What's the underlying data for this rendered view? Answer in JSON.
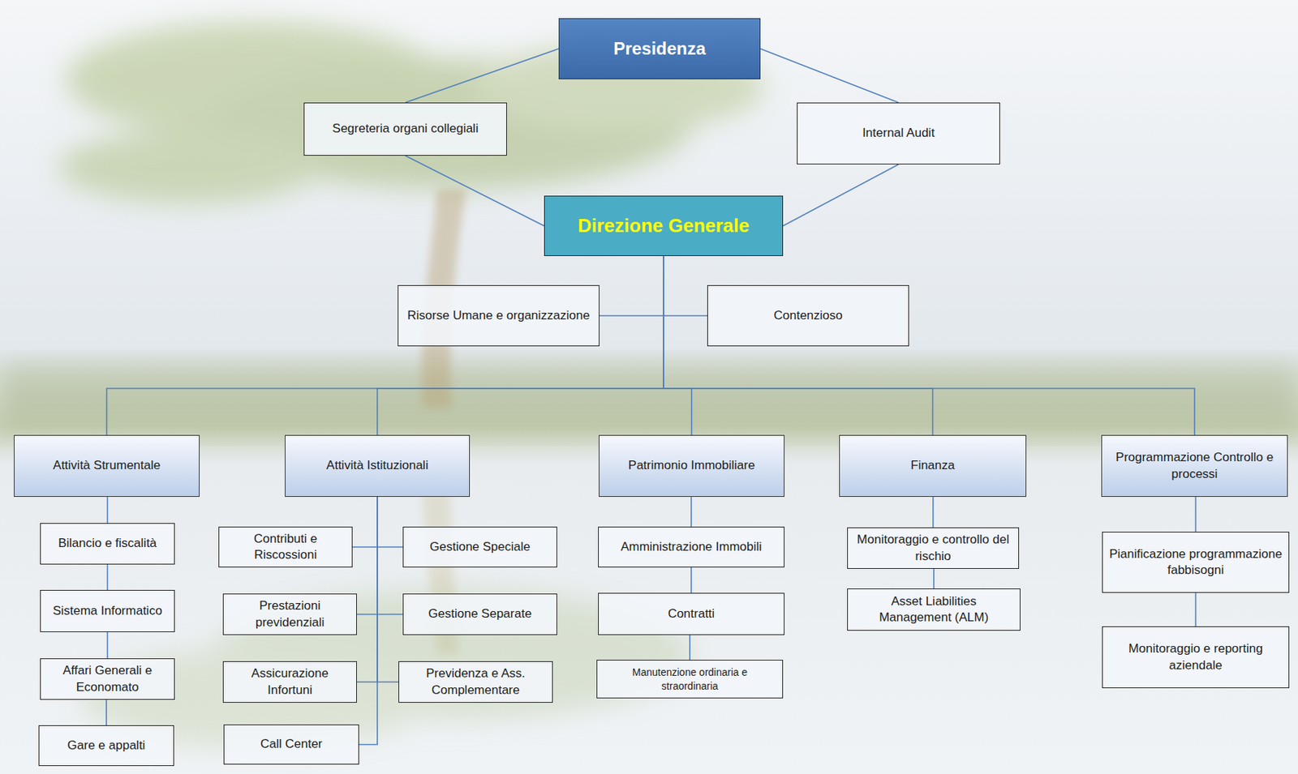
{
  "diagram": {
    "nodes": [
      {
        "text": [
          "Presidenza"
        ]
      },
      {
        "text": [
          "Segreteria organi collegiali"
        ]
      },
      {
        "text": [
          "Internal Audit"
        ]
      },
      {
        "text": [
          "Direzione Generale"
        ]
      },
      {
        "text": [
          "Risorse Umane e organizzazione"
        ]
      },
      {
        "text": [
          "Contenzioso"
        ]
      },
      {
        "text": [
          "Attività Strumentale"
        ]
      },
      {
        "text": [
          "Attività Istituzionali"
        ]
      },
      {
        "text": [
          "Patrimonio Immobiliare"
        ]
      },
      {
        "text": [
          "Finanza"
        ]
      },
      {
        "text": [
          "Programmazione Controllo e processi"
        ]
      },
      {
        "text": [
          "Bilancio e fiscalità"
        ]
      },
      {
        "text": [
          "Sistema Informatico"
        ]
      },
      {
        "text": [
          "Affari Generali e Economato"
        ]
      },
      {
        "text": [
          "Gare e appalti"
        ]
      },
      {
        "text": [
          "Contributi e Riscossioni"
        ]
      },
      {
        "text": [
          "Gestione Speciale"
        ]
      },
      {
        "text": [
          "Prestazioni previdenziali"
        ]
      },
      {
        "text": [
          "Gestione Separate"
        ]
      },
      {
        "text": [
          "Assicurazione Infortuni"
        ]
      },
      {
        "text": [
          "Previdenza e Ass. Complementare"
        ]
      },
      {
        "text": [
          "Call Center"
        ]
      },
      {
        "text": [
          "Amministrazione Immobili"
        ]
      },
      {
        "text": [
          "Contratti"
        ]
      },
      {
        "text": [
          "Manutenzione ordinaria e straordinaria"
        ]
      },
      {
        "text": [
          "Monitoraggio e controllo del rischio"
        ]
      },
      {
        "text": [
          "Asset Liabilities Management (ALM)"
        ]
      },
      {
        "text": [
          "Pianificazione programmazione fabbisogni"
        ]
      },
      {
        "text": [
          "Monitoraggio e reporting aziendale"
        ]
      }
    ],
    "edges": [
      {
        "from": 0,
        "to": 1,
        "arrow": "none"
      },
      {
        "from": 0,
        "to": 2,
        "arrow": "none"
      },
      {
        "from": 1,
        "to": 3,
        "arrow": "none"
      },
      {
        "from": 2,
        "to": 3,
        "arrow": "none"
      },
      {
        "from": 3,
        "to": 4,
        "arrow": "none"
      },
      {
        "from": 3,
        "to": 5,
        "arrow": "none"
      },
      {
        "from": 3,
        "to": 6,
        "arrow": "none"
      },
      {
        "from": 3,
        "to": 7,
        "arrow": "none"
      },
      {
        "from": 3,
        "to": 8,
        "arrow": "none"
      },
      {
        "from": 3,
        "to": 9,
        "arrow": "none"
      },
      {
        "from": 3,
        "to": 10,
        "arrow": "none"
      },
      {
        "from": 6,
        "to": 11,
        "arrow": "none"
      },
      {
        "from": 11,
        "to": 12,
        "arrow": "none"
      },
      {
        "from": 12,
        "to": 13,
        "arrow": "none"
      },
      {
        "from": 13,
        "to": 14,
        "arrow": "none"
      },
      {
        "from": 7,
        "to": 15,
        "arrow": "none"
      },
      {
        "from": 7,
        "to": 16,
        "arrow": "none"
      },
      {
        "from": 7,
        "to": 17,
        "arrow": "none"
      },
      {
        "from": 7,
        "to": 18,
        "arrow": "none"
      },
      {
        "from": 7,
        "to": 19,
        "arrow": "none"
      },
      {
        "from": 7,
        "to": 20,
        "arrow": "none"
      },
      {
        "from": 7,
        "to": 21,
        "arrow": "none"
      },
      {
        "from": 8,
        "to": 22,
        "arrow": "none"
      },
      {
        "from": 22,
        "to": 23,
        "arrow": "none"
      },
      {
        "from": 23,
        "to": 24,
        "arrow": "none"
      },
      {
        "from": 9,
        "to": 25,
        "arrow": "none"
      },
      {
        "from": 25,
        "to": 26,
        "arrow": "none"
      },
      {
        "from": 10,
        "to": 27,
        "arrow": "none"
      },
      {
        "from": 27,
        "to": 28,
        "arrow": "none"
      }
    ]
  }
}
